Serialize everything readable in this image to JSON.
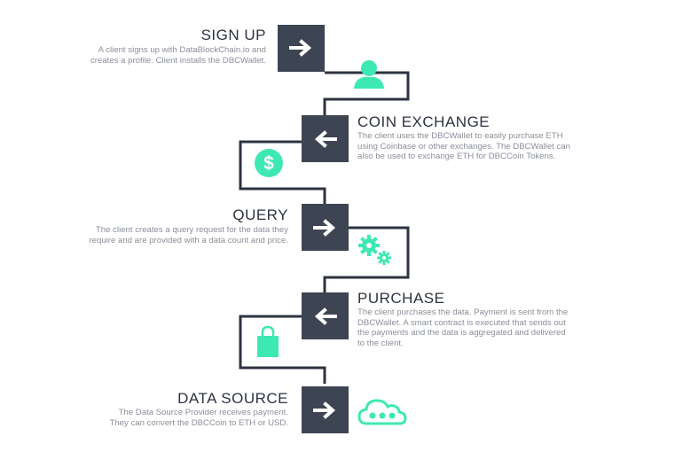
{
  "colors": {
    "box": "#3e4552",
    "line": "#2d3340",
    "accent": "#3ee8b3",
    "title": "#2d3340",
    "text": "#8a8f99"
  },
  "steps": [
    {
      "title": "SIGN UP",
      "lines": [
        "A client signs up with DataBlockChain.io and",
        "creates a profile. Client installs the DBCWallet."
      ],
      "arrow": "right-arrow-icon",
      "icon": "user-icon"
    },
    {
      "title": "COIN EXCHANGE",
      "lines": [
        "The client uses the DBCWallet to easily purchase ETH",
        "using Coinbase or other exchanges. The DBCWallet can",
        "also be used to exchange ETH for DBCCoin Tokens."
      ],
      "arrow": "left-arrow-icon",
      "icon": "dollar-coin-icon"
    },
    {
      "title": "QUERY",
      "lines": [
        "The client creates a query request for the data they",
        "require and are provided with a data count and price."
      ],
      "arrow": "right-arrow-icon",
      "icon": "gears-icon"
    },
    {
      "title": "PURCHASE",
      "lines": [
        "The client purchases the data. Payment is sent from the",
        "DBCWallet. A smart contract is executed that sends out",
        "the payments and the data is aggregated and delivered",
        "to the client."
      ],
      "arrow": "left-arrow-icon",
      "icon": "shopping-bag-icon"
    },
    {
      "title": "DATA SOURCE",
      "lines": [
        "The Data Source Provider receives payment.",
        "They can convert the DBCCoin to ETH or USD."
      ],
      "arrow": "right-arrow-icon",
      "icon": "cloud-icon"
    }
  ]
}
